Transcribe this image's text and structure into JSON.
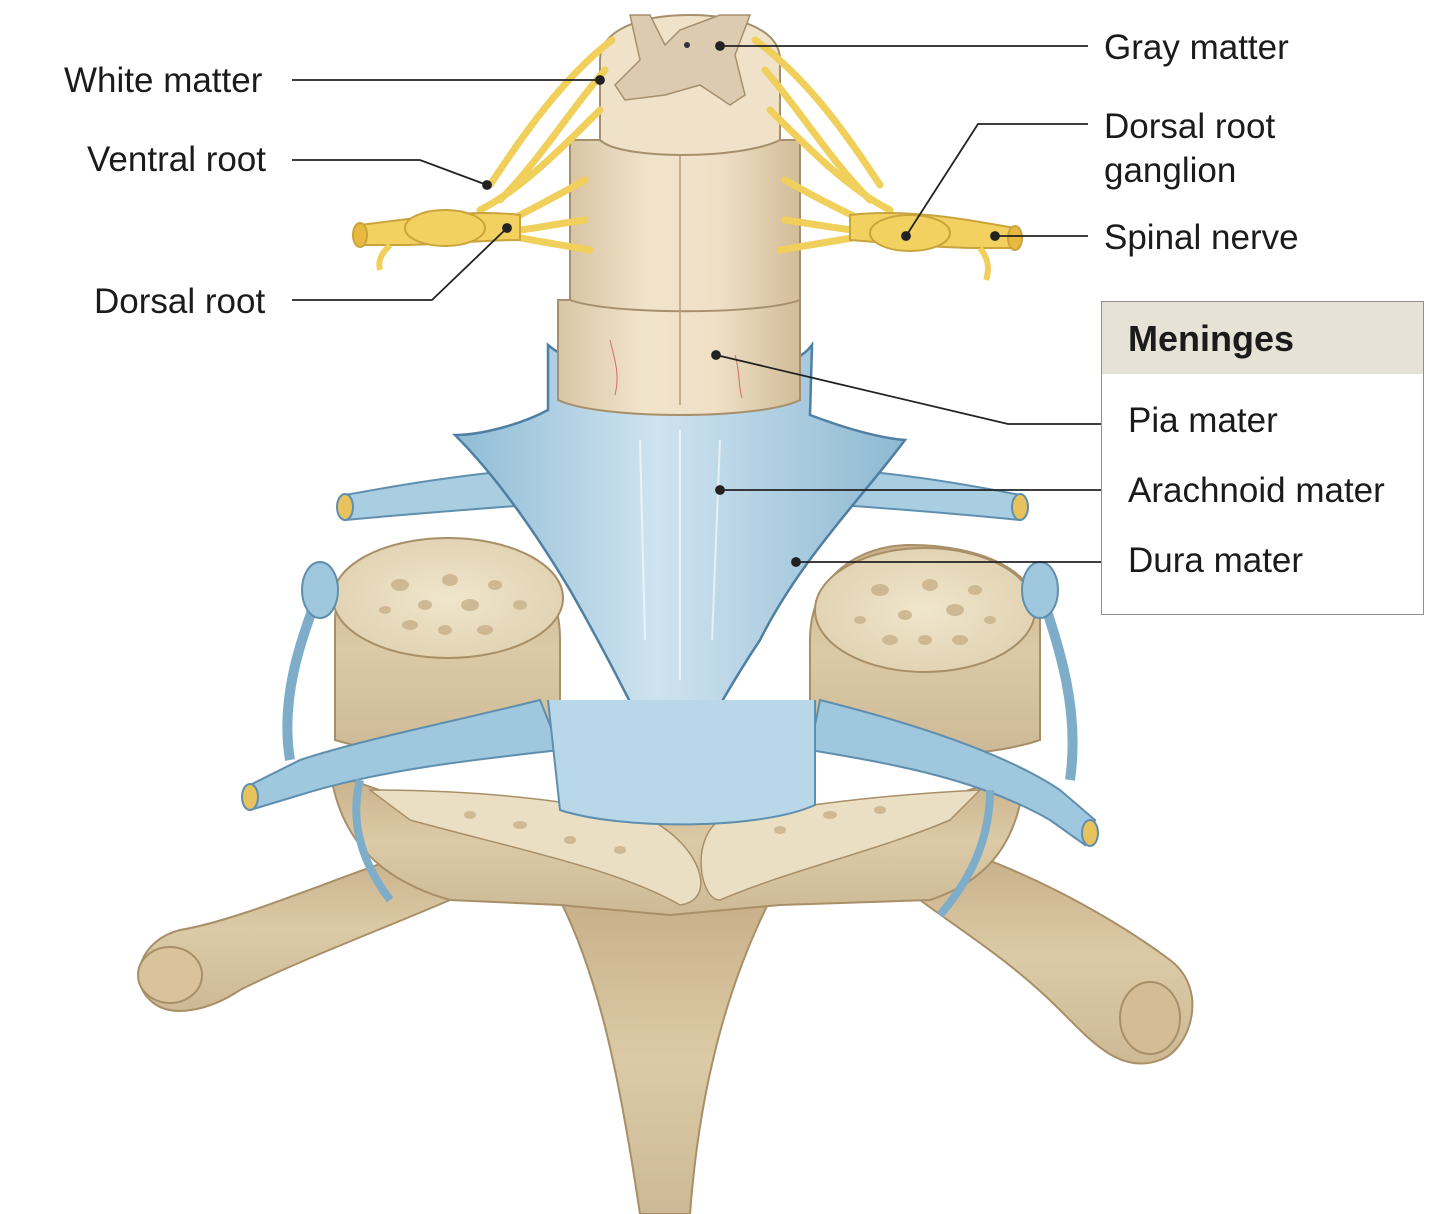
{
  "labels": {
    "white_matter": "White matter",
    "ventral_root": "Ventral root",
    "dorsal_root": "Dorsal root",
    "gray_matter": "Gray matter",
    "dorsal_root_ganglion_line1": "Dorsal root",
    "dorsal_root_ganglion_line2": "ganglion",
    "spinal_nerve": "Spinal nerve"
  },
  "meninges": {
    "title": "Meninges",
    "items": [
      "Pia mater",
      "Arachnoid mater",
      "Dura mater"
    ]
  },
  "colors": {
    "nerve": "#f0cf5a",
    "bone": "#d7c4a0",
    "spinal_cord": "#ecdcc3",
    "dura": "#a9cce0",
    "leader_line": "#222222",
    "box_header": "#e7e2d6"
  }
}
